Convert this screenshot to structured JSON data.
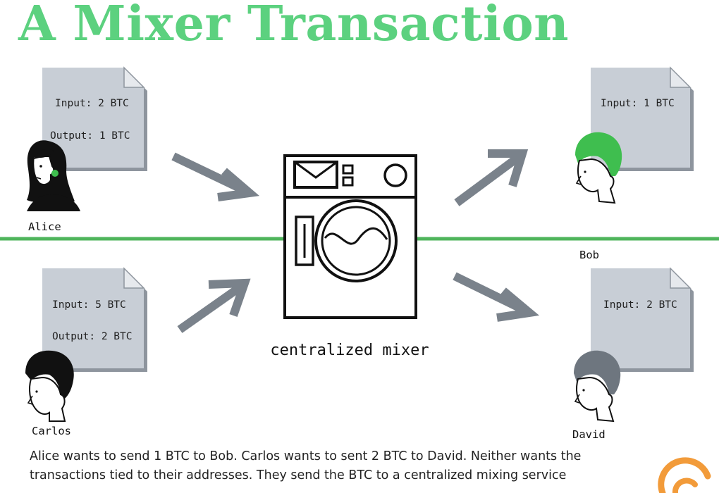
{
  "title": "A Mixer Transaction",
  "colors": {
    "title": "#5cd17f",
    "divider": "#4fb55c",
    "document_fill": "#c8ced6",
    "document_edge": "#8e959e",
    "arrow": "#7a828b",
    "bob_hair": "#3fbe4f",
    "david_hair": "#6e767f",
    "logo": "#f29b3a"
  },
  "nodes": {
    "alice": {
      "label": "Alice",
      "doc_lines": [
        "Input: 2 BTC",
        "Output: 1 BTC"
      ]
    },
    "carlos": {
      "label": "Carlos",
      "doc_lines": [
        "Input: 5 BTC",
        "Output: 2 BTC"
      ]
    },
    "bob": {
      "label": "Bob",
      "doc_lines": [
        "Input: 1 BTC"
      ]
    },
    "david": {
      "label": "David",
      "doc_lines": [
        "Input: 2 BTC"
      ]
    },
    "mixer": {
      "label": "centralized mixer"
    }
  },
  "edges": [
    {
      "from": "alice",
      "to": "mixer"
    },
    {
      "from": "carlos",
      "to": "mixer"
    },
    {
      "from": "mixer",
      "to": "bob"
    },
    {
      "from": "mixer",
      "to": "david"
    }
  ],
  "caption": "Alice wants to send 1 BTC to Bob. Carlos wants to sent 2 BTC to David. Neither wants the transactions tied to their addresses. They send the BTC to a centralized mixing service"
}
